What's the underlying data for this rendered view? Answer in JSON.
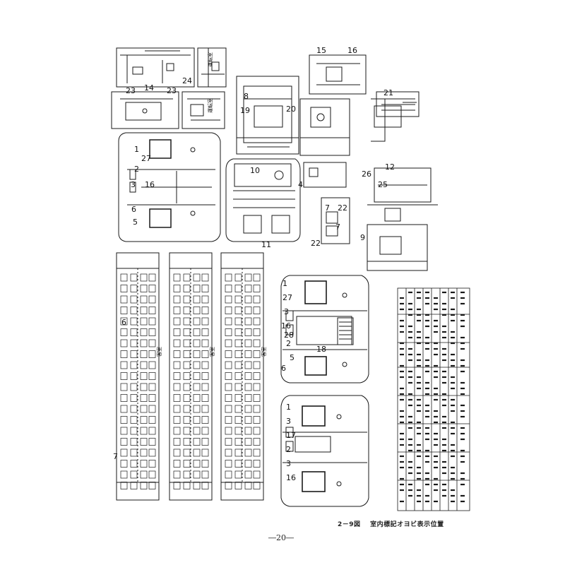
{
  "caption": {
    "number": "2－9図",
    "title": "室内標記オヨビ表示位置"
  },
  "page_number": "―20―",
  "callouts": [
    "15",
    "16",
    "14",
    "23",
    "23",
    "24",
    "21",
    "19",
    "20",
    "8",
    "1",
    "2",
    "27",
    "3",
    "16",
    "6",
    "5",
    "10",
    "12",
    "25",
    "26",
    "7",
    "22",
    "22",
    "9",
    "7",
    "11",
    "1",
    "27",
    "3",
    "16",
    "28",
    "2",
    "5",
    "18",
    "6",
    "1",
    "3",
    "17",
    "2",
    "3",
    "16",
    "4",
    "7",
    "6"
  ],
  "side_labels": [
    "運転室",
    "運転室",
    "客室",
    "客室",
    "客室"
  ],
  "colors": {
    "ink": "#1a1a1a",
    "paper": "#ffffff"
  }
}
